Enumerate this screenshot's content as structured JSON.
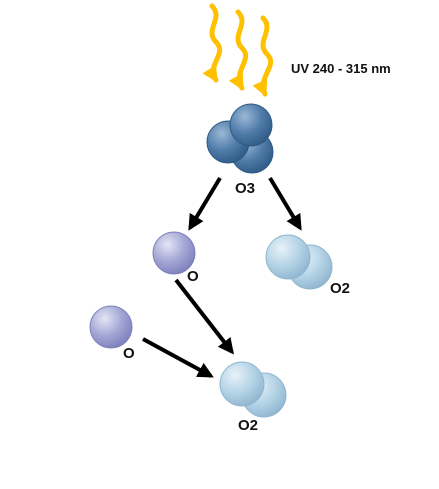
{
  "uv_label": "UV 240 - 315 nm",
  "labels": {
    "ozone": "O3",
    "oxygen_atom_1": "O",
    "oxygen_molecule_1": "O2",
    "oxygen_atom_2": "O",
    "oxygen_molecule_2": "O2"
  },
  "colors": {
    "uv_waves": "#FFC000",
    "ozone_atom": "#4F7BA8",
    "oxygen_atom": "#A3A6D4",
    "oxygen_molecule_atom": "#B4D3E6",
    "arrows": "#000000"
  },
  "icons": {
    "uv_waves": "wavy-arrows-icon",
    "ozone": "three-sphere-molecule-icon",
    "oxygen_atom": "single-sphere-icon",
    "oxygen_molecule": "two-sphere-molecule-icon"
  }
}
